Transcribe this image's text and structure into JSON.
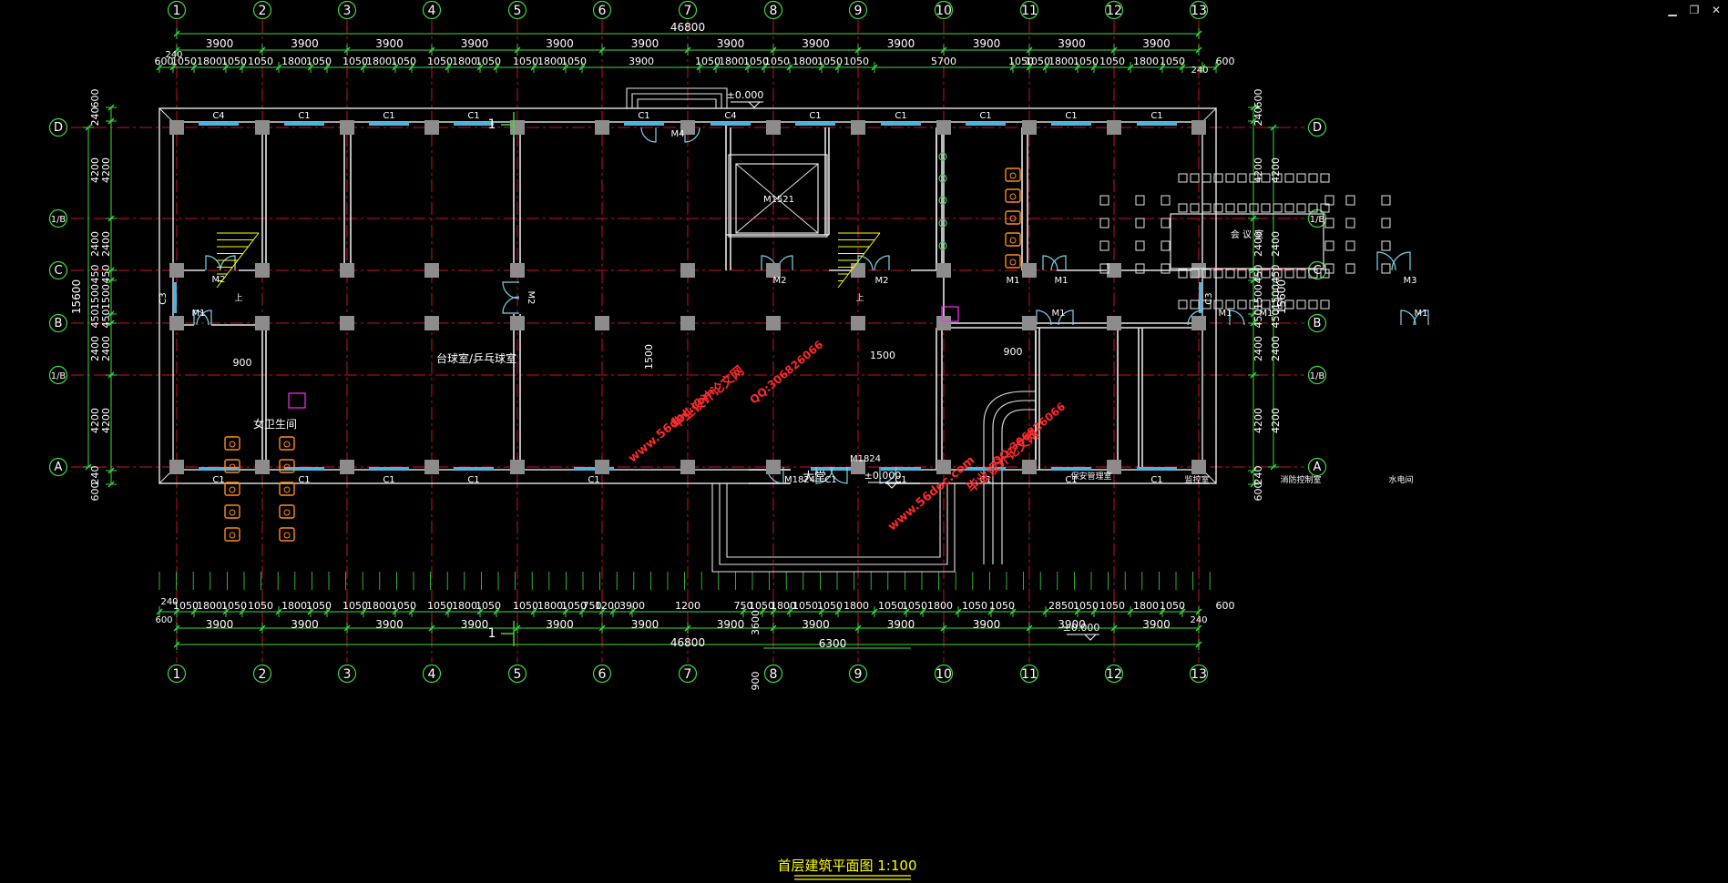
{
  "window_controls": {
    "minimize": "▁",
    "restore": "❐",
    "close": "✕"
  },
  "colors": {
    "background": "#000000",
    "grid_axis": "#c8102e",
    "dimension": "#3cdc3c",
    "wall": "#e6e6e6",
    "column": "#8c8c8c",
    "window": "#4fb3d9",
    "door": "#7fd3e8",
    "text": "#ffffff",
    "label_yellow": "#ffff00",
    "watermark": "#ff2a2a",
    "fixture": "#ff8c1a",
    "tag": "#ff2cff"
  },
  "axes": {
    "columns": [
      "1",
      "2",
      "3",
      "4",
      "5",
      "6",
      "7",
      "8",
      "9",
      "10",
      "11",
      "12",
      "13"
    ],
    "rows": [
      "D",
      "1/B",
      "C",
      "B",
      "1/B",
      "A"
    ]
  },
  "dimensions": {
    "top_overall": "46800",
    "top_bays": [
      "3900",
      "3900",
      "3900",
      "3900",
      "3900",
      "3900",
      "3900",
      "3900",
      "3900",
      "3900",
      "3900",
      "3900"
    ],
    "top_details": [
      "600",
      "240",
      "1050",
      "1800",
      "1050",
      "1050",
      "1800",
      "1050",
      "1050",
      "1800",
      "1050",
      "1050",
      "1800",
      "1050",
      "1050",
      "1800",
      "1050",
      "3900",
      "1050",
      "1800",
      "1050",
      "1050",
      "1800",
      "1050",
      "1050",
      "5700",
      "1050",
      "1050",
      "1800",
      "1050",
      "1050",
      "1800",
      "1050",
      "240",
      "600"
    ],
    "bottom_overall": "46800",
    "bottom_bays": [
      "3900",
      "3900",
      "3900",
      "3900",
      "3900",
      "3900",
      "3900",
      "3900",
      "3900",
      "3900",
      "3900",
      "3900"
    ],
    "bottom_details": [
      "240",
      "600",
      "1050",
      "1800",
      "1050",
      "1050",
      "1800",
      "1050",
      "1050",
      "1800",
      "1050",
      "1050",
      "1800",
      "1050",
      "1050",
      "1800",
      "1050",
      "750",
      "1200",
      "3900",
      "1200",
      "750",
      "1050",
      "1800",
      "1050",
      "1050",
      "1800",
      "1050",
      "1050",
      "1800",
      "1050",
      "1050",
      "2850",
      "1050",
      "1050",
      "1800",
      "1050",
      "240",
      "600"
    ],
    "left_total": "15600",
    "left_segments": [
      "600",
      "240",
      "4200",
      "2400",
      "450",
      "1500",
      "450",
      "2400",
      "4200",
      "240",
      "600"
    ],
    "right_total": "15600",
    "right_segments": [
      "600",
      "240",
      "4200",
      "2400",
      "450",
      "1500",
      "450",
      "2400",
      "4200",
      "240",
      "600"
    ],
    "entrance_depth": "3600",
    "entrance_step": "900",
    "entrance_width": "6300",
    "door_900_a": "900",
    "door_900_b": "900",
    "door_1500": "1500",
    "door_m2_1500": "1500"
  },
  "levels": [
    "±0.000",
    "±0.000",
    "±0.000"
  ],
  "section_marks": [
    "1",
    "1"
  ],
  "rooms": {
    "billiards": "台球室/乒乓球室",
    "ladies_wc": "女卫生间",
    "lobby": "大堂",
    "meeting": "会 议 室",
    "security": "保安管理室",
    "monitor": "监控室",
    "fire_control": "消防控制室",
    "water_elec": "水电间"
  },
  "windows": [
    "C4",
    "C1",
    "C1",
    "C1",
    "C1",
    "C4",
    "C1",
    "C1",
    "C1",
    "C1",
    "C1",
    "C1",
    "C1",
    "C1",
    "C1",
    "C1",
    "C1",
    "C1",
    "C1",
    "C1",
    "C1",
    "C1",
    "C1",
    "C3",
    "C3"
  ],
  "doors": [
    "M2",
    "M4",
    "M1521",
    "M2",
    "M2",
    "M1",
    "M1",
    "M3",
    "M1",
    "M2",
    "M1",
    "M1",
    "M1",
    "M1",
    "M1824",
    "M1824"
  ],
  "stairs_up": [
    "上",
    "上"
  ],
  "watermarks": [
    "毕业设计论文网",
    "www.56doc.com",
    "QQ:306826066",
    "www.56doc.com",
    "QQ:306826066",
    "毕业设计论文网"
  ],
  "drawing_title": "首层建筑平面图 1:100"
}
